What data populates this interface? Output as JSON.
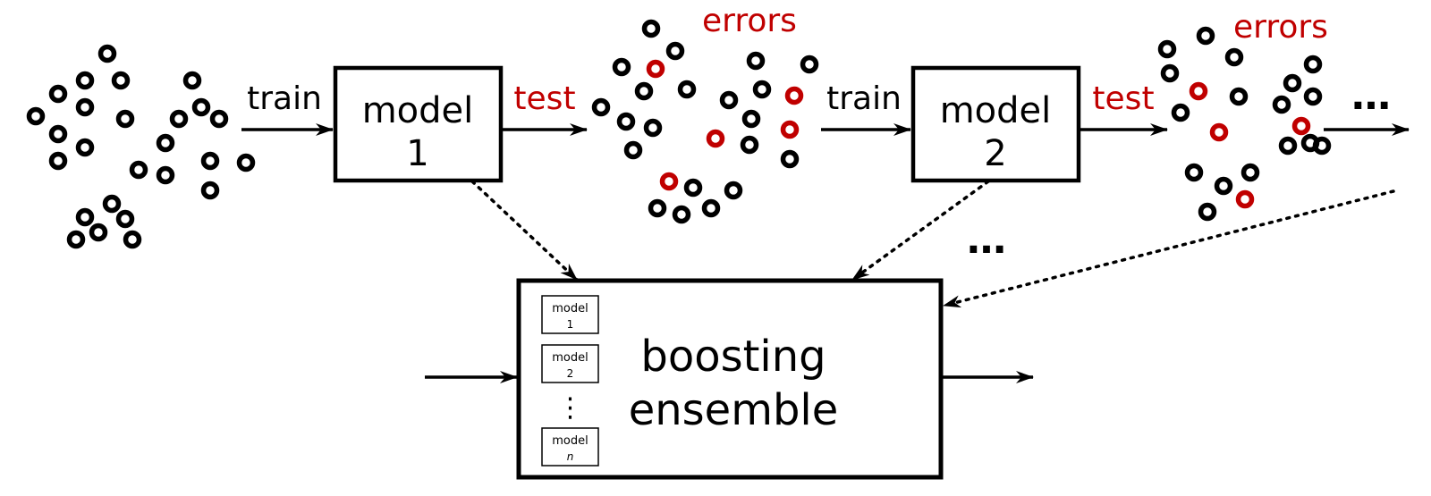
{
  "labels": {
    "train": "train",
    "test": "test",
    "errors": "errors",
    "model_word": "model",
    "model1_num": "1",
    "model2_num": "2",
    "ellipsis": "…",
    "vdots": "⋮",
    "ensemble_line1": "boosting",
    "ensemble_line2": "ensemble"
  },
  "mini_models": [
    {
      "word": "model",
      "num": "1"
    },
    {
      "word": "model",
      "num": "2"
    },
    {
      "word": "model",
      "num": "n"
    }
  ],
  "colors": {
    "ink": "#000000",
    "error": "#c00000"
  }
}
